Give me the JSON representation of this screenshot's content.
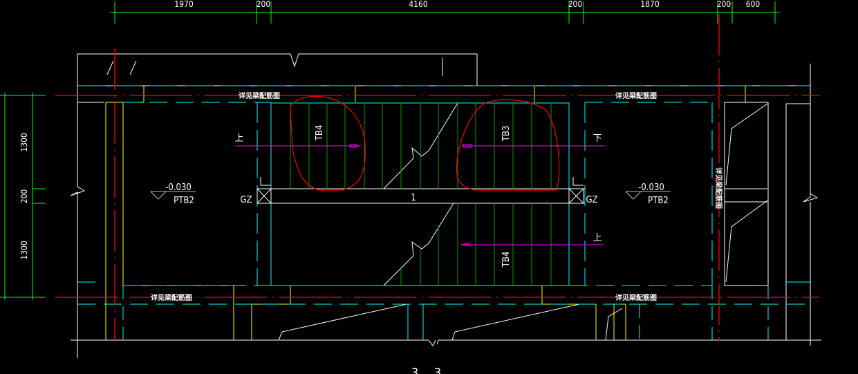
{
  "drawing": {
    "title_parts": [
      "3",
      "3"
    ],
    "colors": {
      "background": "#000000",
      "dimension": "#00ff00",
      "axis": "#ff0000",
      "wall": "#ffffff",
      "beam": "#00ffff",
      "column": "#ffff00",
      "tread": "#00a000",
      "arrow": "#ff00ff",
      "cloud": "#ff0000"
    },
    "top_dimensions": [
      "1970",
      "200",
      "4160",
      "200",
      "1870",
      "200",
      "600"
    ],
    "left_dimensions": [
      "1300",
      "200",
      "1300"
    ],
    "beam_note": "详见梁配筋图",
    "landing": {
      "elevation": "-0.030",
      "slab": "PTB2"
    },
    "column_label": "GZ",
    "landing_beam_label": "1",
    "flights": {
      "upper_left": "TB4",
      "upper_right": "TB3",
      "lower_right": "TB4"
    },
    "direction_up": "上",
    "direction_down": "下"
  }
}
